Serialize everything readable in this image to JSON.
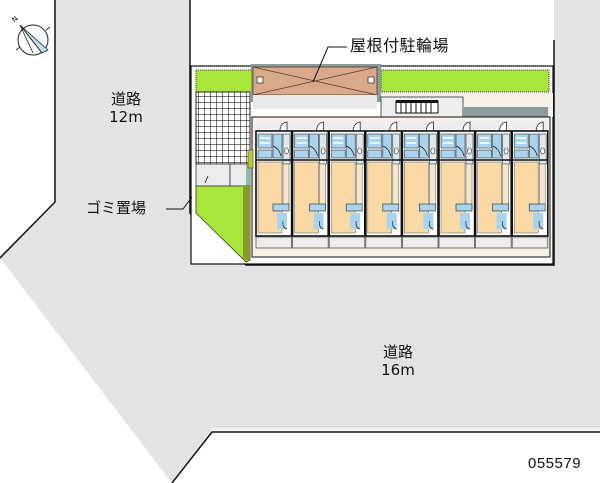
{
  "labels": {
    "road_north": {
      "name": "道路",
      "width": "12m"
    },
    "road_south": {
      "name": "道路",
      "width": "16m"
    },
    "bicycle_parking": "屋根付駐輪場",
    "garbage_area": "ゴミ置場",
    "property_code": "055579"
  },
  "compass": {
    "icon": "north-arrow-compass-icon",
    "north_label": "N"
  },
  "building": {
    "unit_count": 8,
    "units": [
      {
        "index": 1
      },
      {
        "index": 2
      },
      {
        "index": 3
      },
      {
        "index": 4
      },
      {
        "index": 5
      },
      {
        "index": 6
      },
      {
        "index": 7
      },
      {
        "index": 8
      }
    ]
  },
  "colors": {
    "road": "#e4e4e4",
    "greenery": "#a8e63c",
    "greenery_dark": "#8a9a2a",
    "bike_roof": "#d9a98a",
    "room_floor": "#f9d9a6",
    "wet_area": "#a9d4f0",
    "balcony": "#ececec",
    "site_ground": "#f7f1e6",
    "outline": "#111111",
    "shadow": "#8a9c9c"
  }
}
